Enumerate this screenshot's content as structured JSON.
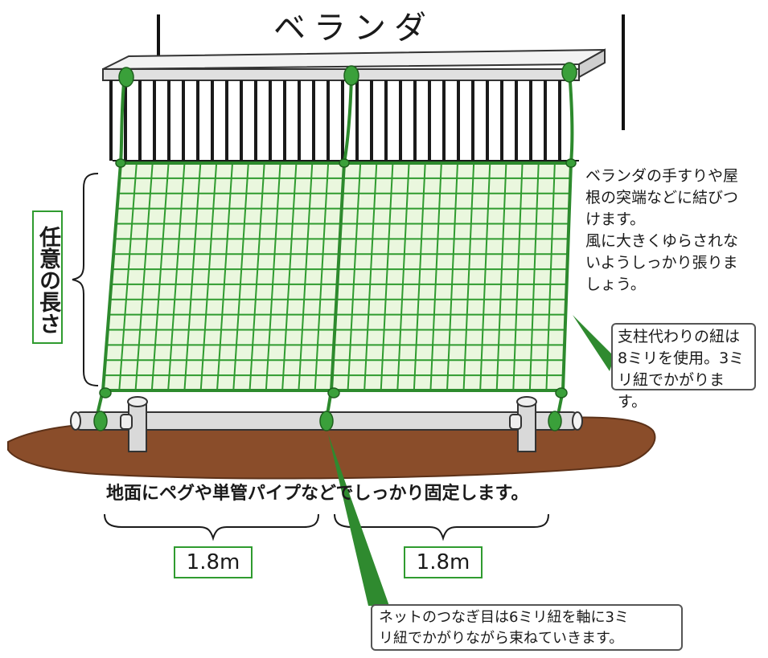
{
  "title": "ベランダ",
  "note_top": "ベランダの手すりや屋\n根の突端などに結びつ\nけます。\n風に大きくゆらされな\nいようしっかり張りま\nしょう。",
  "note_cord": "支柱代わりの紐は\n8ミリを使用。3ミ\nリ紐でかがります。",
  "note_joint": "ネットのつなぎ目は6ミリ紐を軸に3ミ\nリ紐でかがりながら束ねていきます。",
  "length_label": "任意の長さ",
  "ground_caption": "地面にペグや単管パイプなどでしっかり固定します。",
  "width_left": "1.8m",
  "width_right": "1.8m",
  "colors": {
    "net_green": "#2f9b2f",
    "net_light": "#e6f5d8",
    "soil": "#8a4d2a",
    "rail": "#e8e8e8"
  }
}
